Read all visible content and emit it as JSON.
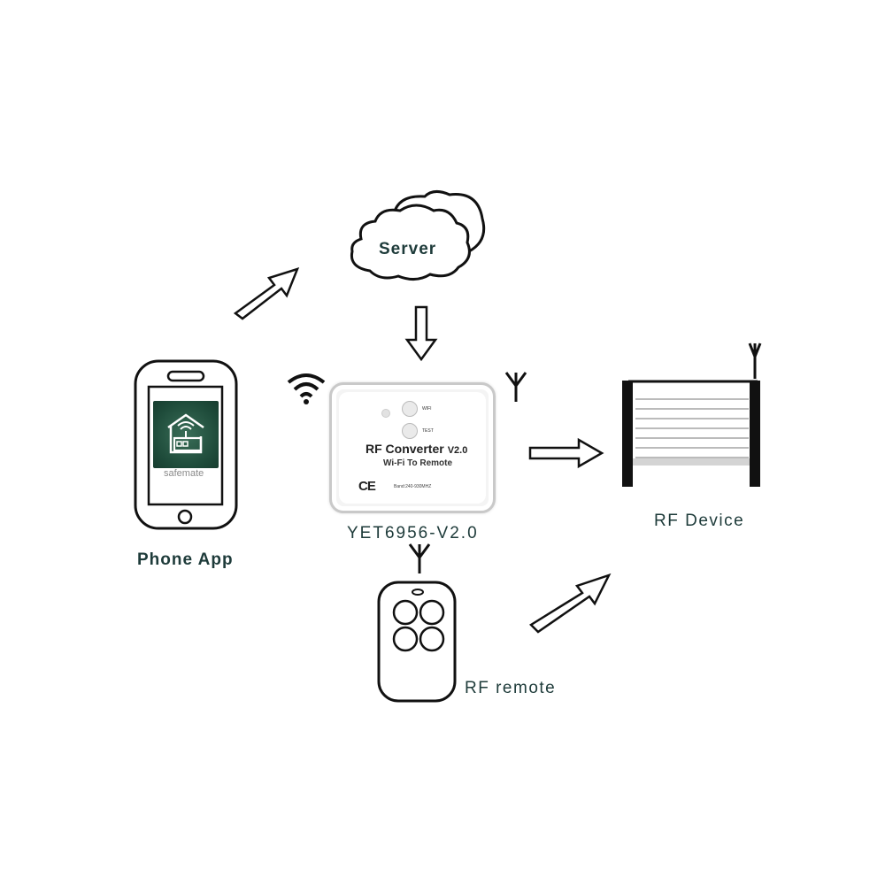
{
  "diagram": {
    "nodes": {
      "phone": {
        "label": "Phone App",
        "app_name": "safemate",
        "app_color": "#1e4b3a"
      },
      "server": {
        "label": "Server"
      },
      "converter": {
        "model_label": "YET6956-V2.0",
        "title": "RF Converter",
        "version": "V2.0",
        "subtitle": "Wi-Fi To Remote",
        "wifi_button_label": "WIFI",
        "test_button_label": "TEST",
        "cert_mark": "CE",
        "band": "Band:240-930MHZ"
      },
      "rf_device": {
        "label": "RF Device"
      },
      "rf_remote": {
        "label": "RF remote"
      }
    },
    "edges": [
      {
        "from": "phone",
        "to": "server",
        "style": "hollow-arrow"
      },
      {
        "from": "server",
        "to": "converter",
        "style": "hollow-arrow"
      },
      {
        "from": "converter",
        "to": "rf_device",
        "style": "hollow-arrow"
      },
      {
        "from": "rf_remote",
        "to": "rf_device",
        "style": "hollow-arrow"
      }
    ],
    "colors": {
      "label_text": "#1e3b3a",
      "stroke": "#111111"
    }
  }
}
